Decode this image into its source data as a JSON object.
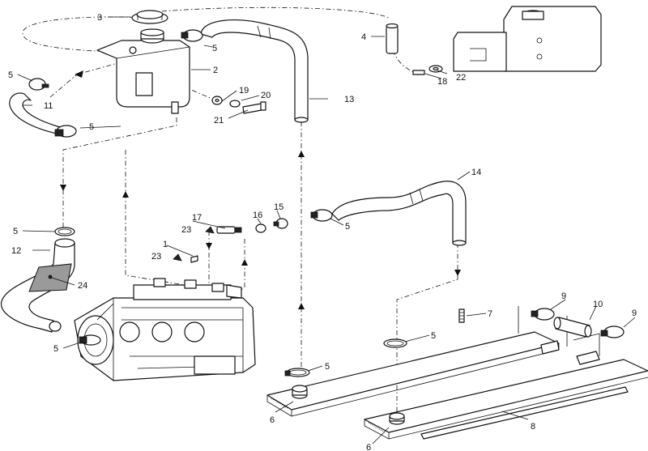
{
  "callouts": [
    {
      "label": "1"
    },
    {
      "label": "2"
    },
    {
      "label": "3"
    },
    {
      "label": "4"
    },
    {
      "label": "5"
    },
    {
      "label": "5"
    },
    {
      "label": "5"
    },
    {
      "label": "5"
    },
    {
      "label": "5"
    },
    {
      "label": "5"
    },
    {
      "label": "5"
    },
    {
      "label": "5"
    },
    {
      "label": "5"
    },
    {
      "label": "6"
    },
    {
      "label": "6"
    },
    {
      "label": "7"
    },
    {
      "label": "8"
    },
    {
      "label": "9"
    },
    {
      "label": "9"
    },
    {
      "label": "10"
    },
    {
      "label": "11"
    },
    {
      "label": "12"
    },
    {
      "label": "13"
    },
    {
      "label": "14"
    },
    {
      "label": "15"
    },
    {
      "label": "16"
    },
    {
      "label": "17"
    },
    {
      "label": "18"
    },
    {
      "label": "19"
    },
    {
      "label": "20"
    },
    {
      "label": "21"
    },
    {
      "label": "22"
    },
    {
      "label": "23"
    },
    {
      "label": "23"
    },
    {
      "label": "24"
    }
  ]
}
